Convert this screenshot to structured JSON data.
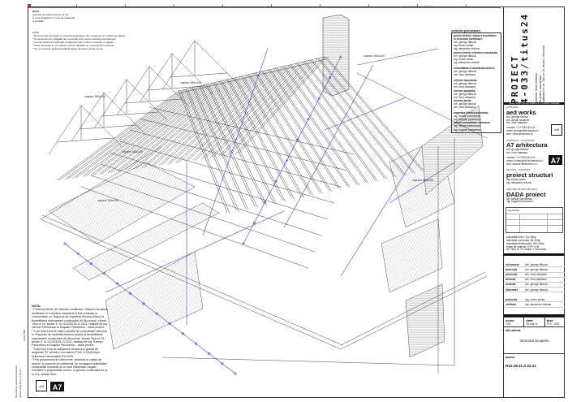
{
  "header": {
    "ruler_label": "toate cotele sunt în milimetri"
  },
  "top_notes": {
    "title": "NOTA:",
    "lines": [
      "planurile de arhitectura se vor citi",
      "in mod obligatoriu cu cele de rezistenta",
      "si instalatii"
    ]
  },
  "notes_block": {
    "title": "NOTA:",
    "lines": [
      "* Dimensiunile sunt date pe structura existenta in situ. Cotele se vor verifica pe santier.",
      "* Constructorul are obligatia de a semnala orice neconcordanta proiectantului.",
      "* Lemnul folosit va fi ignifugat si tratat anti-carii conform normelor in vigoare.",
      "* Toate imbinarile se vor realiza conform detaliilor din proiectul de rezistenta.",
      "* Se vor respecta toate prevederile legale privind protectia muncii."
    ]
  },
  "bottom_notes": {
    "title": "NOTA:",
    "paragraphs": [
      "* Proiectul tehnic de refacere invelitoare, refacere structura invelitoare si extindere mansarda a fost proiectat in conformitate cu \"Raportul de expertiza tehnica privind la fezabilitatea mansardarii constructiei din Bucuresti, strada Titus nr 24, sector 4\" nr.1111/53/15.11.2011, realizat de ing. Serban Pavunescu si Bogdan Pavunescu - dada proiect.",
      "* S-au tinut cont de toate masurile de consolidare descrise in \"Raportul de expertiza tehnica privind la fezabilitatea mansardarii constructiei din Bucuresti, strada Titus nr 24, sector 4\" nr.1111/53/15.11.2011, realizat de ing. Serban Pavunescu si Bogdan Pavunescu - dada proiect.",
      "* S-au tinut cont de adoptarea structurii la gradul de asigurare \"B\" definit in normativul P100-3-2008 dupa realizarea interventiilor R3=90%.",
      "* Prin propunerea de interventie, descrisa in caietul de sarcini, si proiectul de rezistenta, se va asigura stabilitatea constructiei existente si nu sunt influentate negativ imobilele si proprietatile vecine, in special constructia de la nr 6-8, strada Titus."
    ]
  },
  "side_column": [
    "titlu plansa: structura acoperis",
    "plansa: R24-28.11.A.02.11",
    "scara 1/50"
  ],
  "drawing_labels": [
    "capriori 180x100",
    "capriori 180x100",
    "capriori 180x100",
    "capriori 180x100",
    "capriori 180x100",
    "capriori 180x100"
  ],
  "colectiv": {
    "title": "colectiv proiectare:",
    "groups": [
      {
        "head": "proiect tehnic refacere invelitoare si structura invelitoare",
        "members": [
          "arh. george tăbușă",
          "ing. bodor zoltan",
          "ing. alexandru crăciun"
        ]
      },
      {
        "head": "proiect tehnic extindere mansarda",
        "members": [
          "arh. george tăbușă",
          "ing. bodor zoltan",
          "ing. alexandru crăciun"
        ]
      },
      {
        "head": "consultanta si asistenta tehnica:",
        "members": [
          "arh. george tăbușă",
          "arh. irina vatasanu"
        ]
      },
      {
        "head": "releveu mansarda:",
        "members": [
          "arh. george tăbușă",
          "arh. irina vatasanu"
        ]
      },
      {
        "head": "releveu sarpanta:",
        "members": [
          "arh. george tăbușă",
          "arh. irina vatasanu"
        ]
      },
      {
        "head": "releveu parter:",
        "members": [
          "arh. george tăbușă",
          "arh. irina vatasanu"
        ]
      },
      {
        "head": "expertiza tehnica structura:",
        "members": [
          "ing. serban pavunescu",
          "ing. bogdan pavunescu"
        ]
      },
      {
        "head": "solutii consolidare structura:",
        "members": [
          "ing. serban pavunescu",
          "ing. bogdan pavunescu"
        ]
      }
    ]
  },
  "title_block": {
    "project_label": "PROIECT",
    "project_code": "4-033/titus24",
    "meta": [
      "beneficiar: Matei Mirabela",
      "titlu proiect: mansardare",
      "amplasament: str. Titus nr. 24, sector 1, București"
    ],
    "bar_text": "proiect tehnic refacere invelitoare si extindere mansarda",
    "firms": [
      {
        "role": "proiectant:",
        "name": "aed works",
        "members": [
          "arh. george tăbușă",
          "arh. adrian iordache",
          "arh. irina vatasanu"
        ],
        "contact": [
          "contact: +4 0728 334 111",
          "email: george@aedworks.ro",
          "web: www.aedworks.ro"
        ],
        "logo": "aed"
      },
      {
        "role": "arhitectura - consultanta:",
        "name": "A7 arhitectura",
        "members": [
          "arh. george tăbușă",
          "arh. irina vatasanu"
        ],
        "contact": [
          "contact: +4 0728 334 111",
          "email: contact@a7arhitectura.ro",
          "web: www.a7arhitectura.ro"
        ],
        "logo": "A7"
      },
      {
        "role": "structura - rezistenta:",
        "name": "proiect structuri",
        "members": [
          "ing. bodor zoltan",
          "ing. alexandru crăciun"
        ]
      },
      {
        "role": "expertiza tehnica structura:",
        "name": "DADA proiect",
        "members": [
          "ing. serban pavunescu",
          "ing. bogdan pavunescu"
        ]
      }
    ],
    "specificatii_label": "specificatii",
    "data_lines": [
      "suprafata teren: 111.00mp",
      "suprafata construita: 85.30mp",
      "suprafata desfasurata: 165.20mp",
      "regim de inaltime: S+P+1+M",
      "str. Titus nr. 24, sector 1, București"
    ],
    "roles": [
      {
        "role": "sef proiect",
        "name": "arh. george tăbușă"
      },
      {
        "role": "proiectat",
        "name": "arh. george tăbușă"
      },
      {
        "role": "proiectat",
        "name": "arh. irina vatasanu"
      },
      {
        "role": "desenat",
        "name": "arh. irina vatasanu"
      },
      {
        "role": "desenat",
        "name": "arh. george tăbușă"
      },
      {
        "role": "3d/render",
        "name": "arh. george tăbușă"
      },
      {
        "role": "proiectat",
        "name": "ing. bodor zoltan"
      },
      {
        "role": "verificat",
        "name": "ing. alexandru crăciun"
      }
    ],
    "scara_label": "scara",
    "scara": "1/50",
    "data_label": "data",
    "data": "25.mar.11",
    "faza_label": "faza",
    "faza": "PTh - DDE",
    "titlu_plansa_label": "titlu plansa",
    "titlu_plansa": "structura acoperis",
    "plansa_label": "plansa",
    "plansa": "R24-28.11.A.02.11"
  }
}
